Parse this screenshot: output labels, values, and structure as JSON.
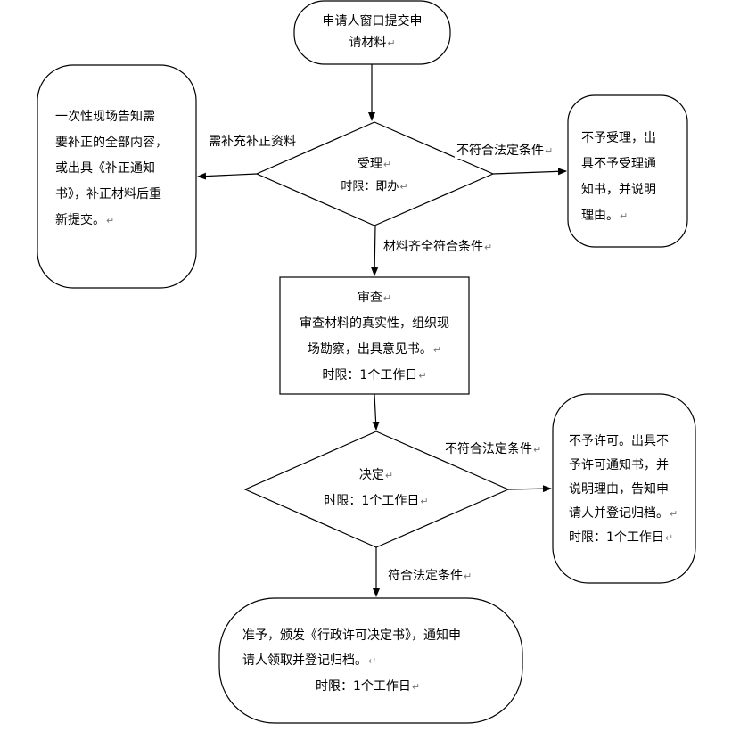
{
  "start": {
    "lines": [
      "申请人窗口提交申",
      "请材料"
    ]
  },
  "accept": {
    "title": "受理",
    "limit": "时限：即办"
  },
  "supplement": {
    "lines": [
      "一次性现场告知需",
      "要补正的全部内容，",
      "或出具《补正通知",
      "书》，补正材料后重",
      "新提交。"
    ]
  },
  "reject1": {
    "lines": [
      "不予受理，出",
      "具不予受理通",
      "知书，并说明",
      "理由。"
    ]
  },
  "review": {
    "lines": [
      "审查",
      "审查材料的真实性，组织现",
      "场勘察，出具意见书。",
      "时限：1个工作日"
    ]
  },
  "decision": {
    "title": "决定",
    "limit": "时限：1个工作日"
  },
  "reject2": {
    "lines": [
      "不予许可。出具不",
      "予许可通知书，并",
      "说明理由，告知申",
      "请人并登记归档。",
      "时限：1个工作日"
    ]
  },
  "grant": {
    "lines": [
      "准予，颁发《行政许可决定书》，通知申",
      "请人领取并登记归档。",
      "时限：1个工作日"
    ]
  },
  "edges": {
    "need_supplement": "需补充补正资料",
    "not_legal_1": "不符合法定条件",
    "complete": "材料齐全符合条件",
    "not_legal_2": "不符合法定条件",
    "legal": "符合法定条件"
  },
  "return_mark": "↵"
}
